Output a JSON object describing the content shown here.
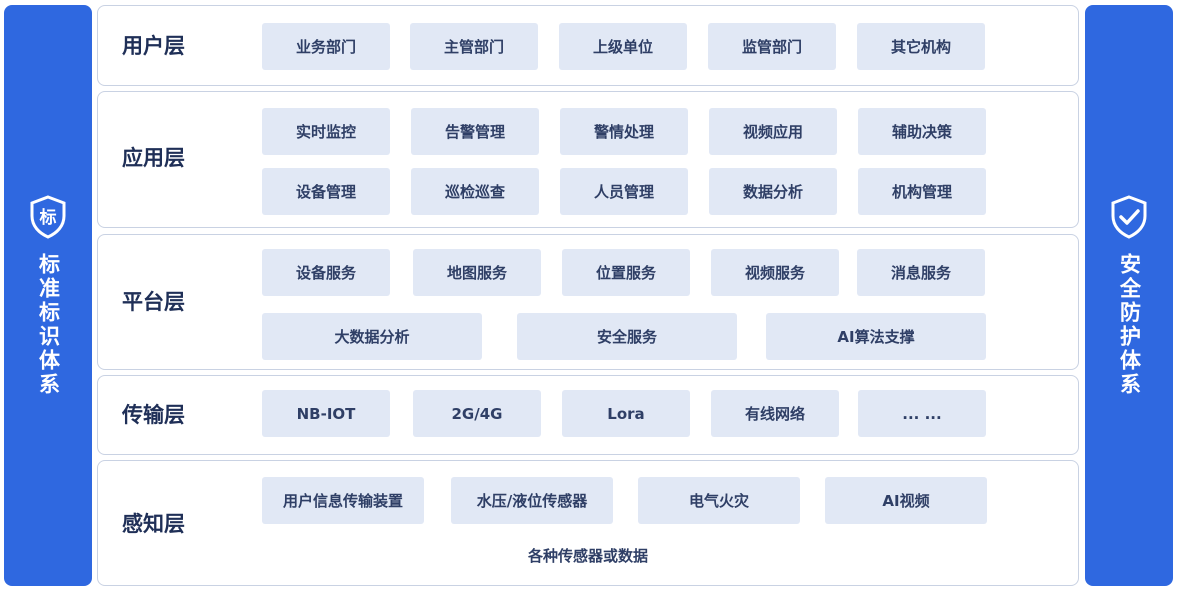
{
  "left_panel": {
    "icon_char": "标",
    "title": "标准标识体系",
    "icon": "shield-icon"
  },
  "right_panel": {
    "title": "安全防护体系",
    "icon": "shield-check-icon"
  },
  "colors": {
    "accent": "#2f68e0",
    "chip": "#e1e8f5",
    "title": "#1f2f57",
    "border": "#c9d2e3"
  },
  "layers": {
    "user": {
      "title": "用户层",
      "items": [
        "业务部门",
        "主管部门",
        "上级单位",
        "监管部门",
        "其它机构"
      ]
    },
    "app": {
      "title": "应用层",
      "row1": [
        "实时监控",
        "告警管理",
        "警情处理",
        "视频应用",
        "辅助决策"
      ],
      "row2": [
        "设备管理",
        "巡检巡查",
        "人员管理",
        "数据分析",
        "机构管理"
      ]
    },
    "platform": {
      "title": "平台层",
      "row1": [
        "设备服务",
        "地图服务",
        "位置服务",
        "视频服务",
        "消息服务"
      ],
      "row2": [
        "大数据分析",
        "安全服务",
        "AI算法支撑"
      ]
    },
    "transport": {
      "title": "传输层",
      "items": [
        "NB-IOT",
        "2G/4G",
        "Lora",
        "有线网络",
        "... ..."
      ]
    },
    "sensing": {
      "title": "感知层",
      "items": [
        "用户信息传输装置",
        "水压/液位传感器",
        "电气火灾",
        "AI视频"
      ],
      "note": "各种传感器或数据"
    }
  }
}
